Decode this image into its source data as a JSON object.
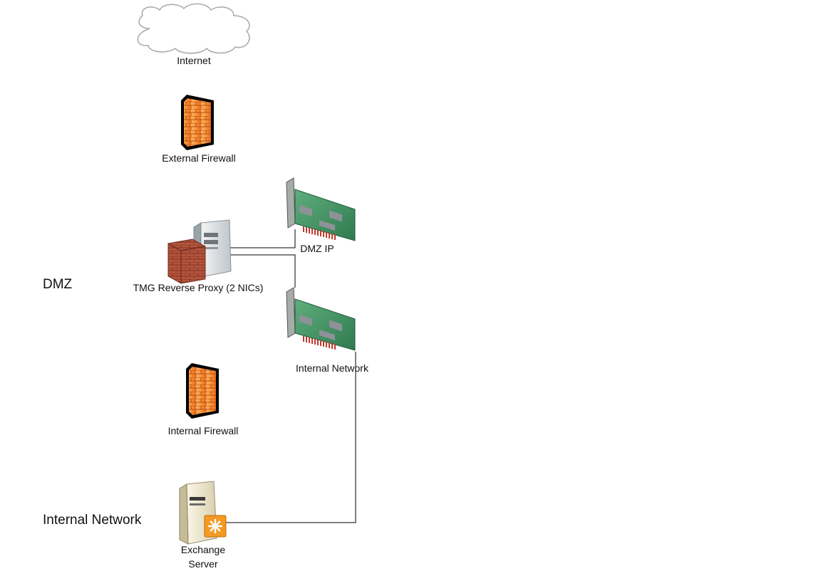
{
  "zones": {
    "dmz": "DMZ",
    "internal": "Internal Network"
  },
  "nodes": {
    "internet": {
      "label": "Internet",
      "icon": "cloud-icon"
    },
    "external_firewall": {
      "label": "External Firewall",
      "icon": "firewall-icon"
    },
    "tmg_proxy": {
      "label": "TMG Reverse Proxy (2 NICs)",
      "icon": "server-firewall-icon"
    },
    "nic_dmz": {
      "label": "DMZ IP",
      "icon": "network-card-icon"
    },
    "nic_internal": {
      "label": "Internal Network",
      "icon": "network-card-icon"
    },
    "internal_firewall": {
      "label": "Internal Firewall",
      "icon": "firewall-icon"
    },
    "exchange": {
      "label_line1": "Exchange",
      "label_line2": "Server",
      "icon": "exchange-server-icon"
    }
  },
  "colors": {
    "firewall_orange": "#F7953B",
    "firewall_dark": "#E86A1A",
    "brick": "#B5533C",
    "card_green": "#3E8D61",
    "connector": "#000000"
  }
}
